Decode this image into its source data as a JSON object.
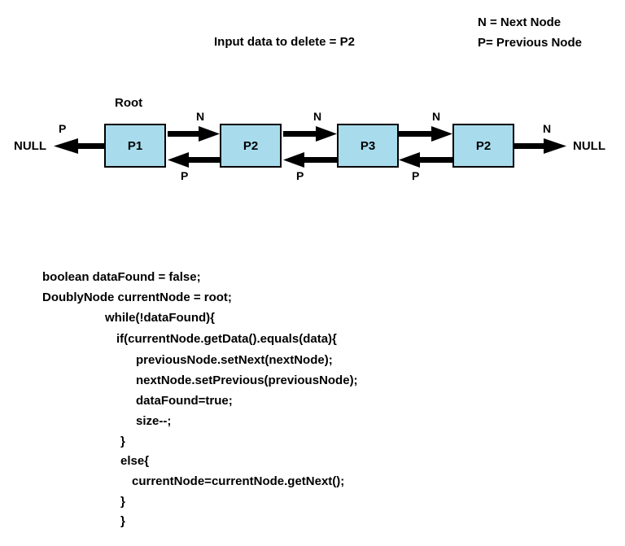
{
  "legend": {
    "next": "N = Next Node",
    "prev": "P= Previous Node"
  },
  "title": "Input data to delete = P2",
  "root_label": "Root",
  "null_left": "NULL",
  "null_right": "NULL",
  "nodes": [
    "P1",
    "P2",
    "P3",
    "P2"
  ],
  "arrow_labels": {
    "next": "N",
    "prev": "P"
  },
  "code": [
    "boolean dataFound = false;",
    "DoublyNode currentNode = root;",
    "while(!dataFound){",
    "if(currentNode.getData().equals(data){",
    "previousNode.setNext(nextNode);",
    "nextNode.setPrevious(previousNode);",
    "dataFound=true;",
    "size--;",
    "}",
    "else{",
    "currentNode=currentNode.getNext();",
    "}",
    "}"
  ]
}
